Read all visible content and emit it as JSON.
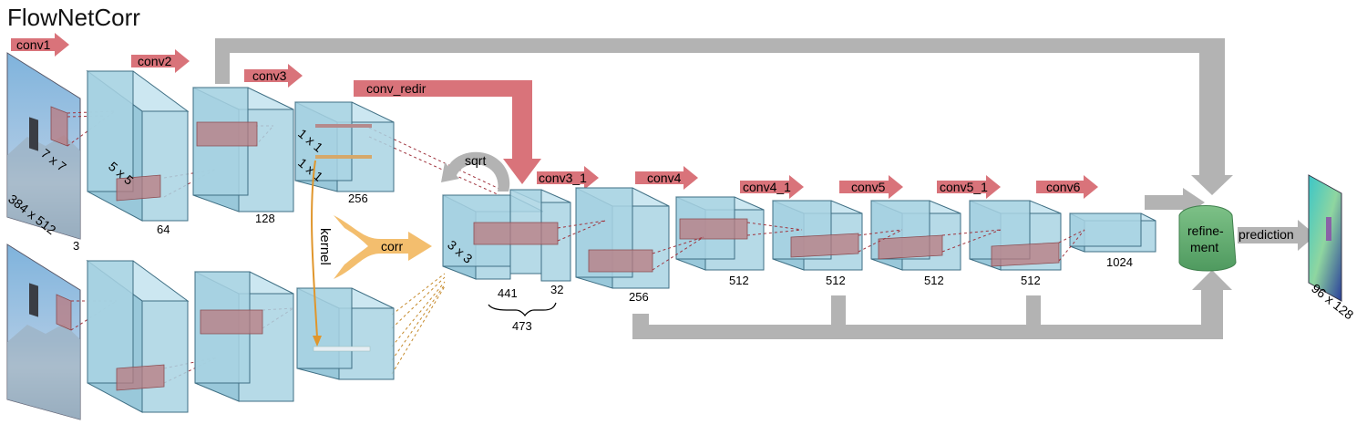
{
  "title": "FlowNetCorr",
  "colors": {
    "red_arrow": "#d9737a",
    "gray_arrow": "#b3b3b3",
    "orange_arrow": "#f3be6e",
    "box_fill": "#a9d3e3",
    "box_stroke": "#3f6f84",
    "refinement_fill": "#69b277"
  },
  "layers": {
    "conv1": "conv1",
    "conv2": "conv2",
    "conv3": "conv3",
    "conv_redir": "conv_redir",
    "conv3_1": "conv3_1",
    "conv4": "conv4",
    "conv4_1": "conv4_1",
    "conv5": "conv5",
    "conv5_1": "conv5_1",
    "conv6": "conv6"
  },
  "ops": {
    "sqrt": "sqrt",
    "corr": "corr",
    "kernel": "kernel",
    "refinement_line1": "refine-",
    "refinement_line2": "ment",
    "prediction": "prediction"
  },
  "dims": {
    "input": "384 x 512",
    "channels_3": "3",
    "k7": "7 x 7",
    "k5": "5 x 5",
    "k3": "3 x 3",
    "k1a": "1 x 1",
    "k1b": "1 x 1",
    "c64": "64",
    "c128": "128",
    "c256a": "256",
    "c441": "441",
    "c32": "32",
    "c473": "473",
    "c256b": "256",
    "c512a": "512",
    "c512b": "512",
    "c512c": "512",
    "c512d": "512",
    "c1024": "1024",
    "output": "96 x 128"
  }
}
